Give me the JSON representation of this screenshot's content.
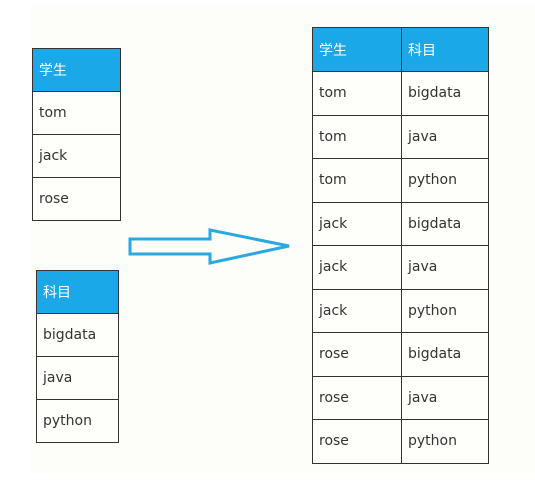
{
  "students_table": {
    "header": "学生",
    "rows": [
      "tom",
      "jack",
      "rose"
    ]
  },
  "subjects_table": {
    "header": "科目",
    "rows": [
      "bigdata",
      "java",
      "python"
    ]
  },
  "result_table": {
    "headers": [
      "学生",
      "科目"
    ],
    "rows": [
      [
        "tom",
        "bigdata"
      ],
      [
        "tom",
        "java"
      ],
      [
        "tom",
        "python"
      ],
      [
        "jack",
        "bigdata"
      ],
      [
        "jack",
        "java"
      ],
      [
        "jack",
        "python"
      ],
      [
        "rose",
        "bigdata"
      ],
      [
        "rose",
        "java"
      ],
      [
        "rose",
        "python"
      ]
    ]
  },
  "colors": {
    "header_bg": "#1aa8e8",
    "arrow_stroke": "#29a9df"
  },
  "icons": {
    "arrow": "right-arrow-icon"
  }
}
